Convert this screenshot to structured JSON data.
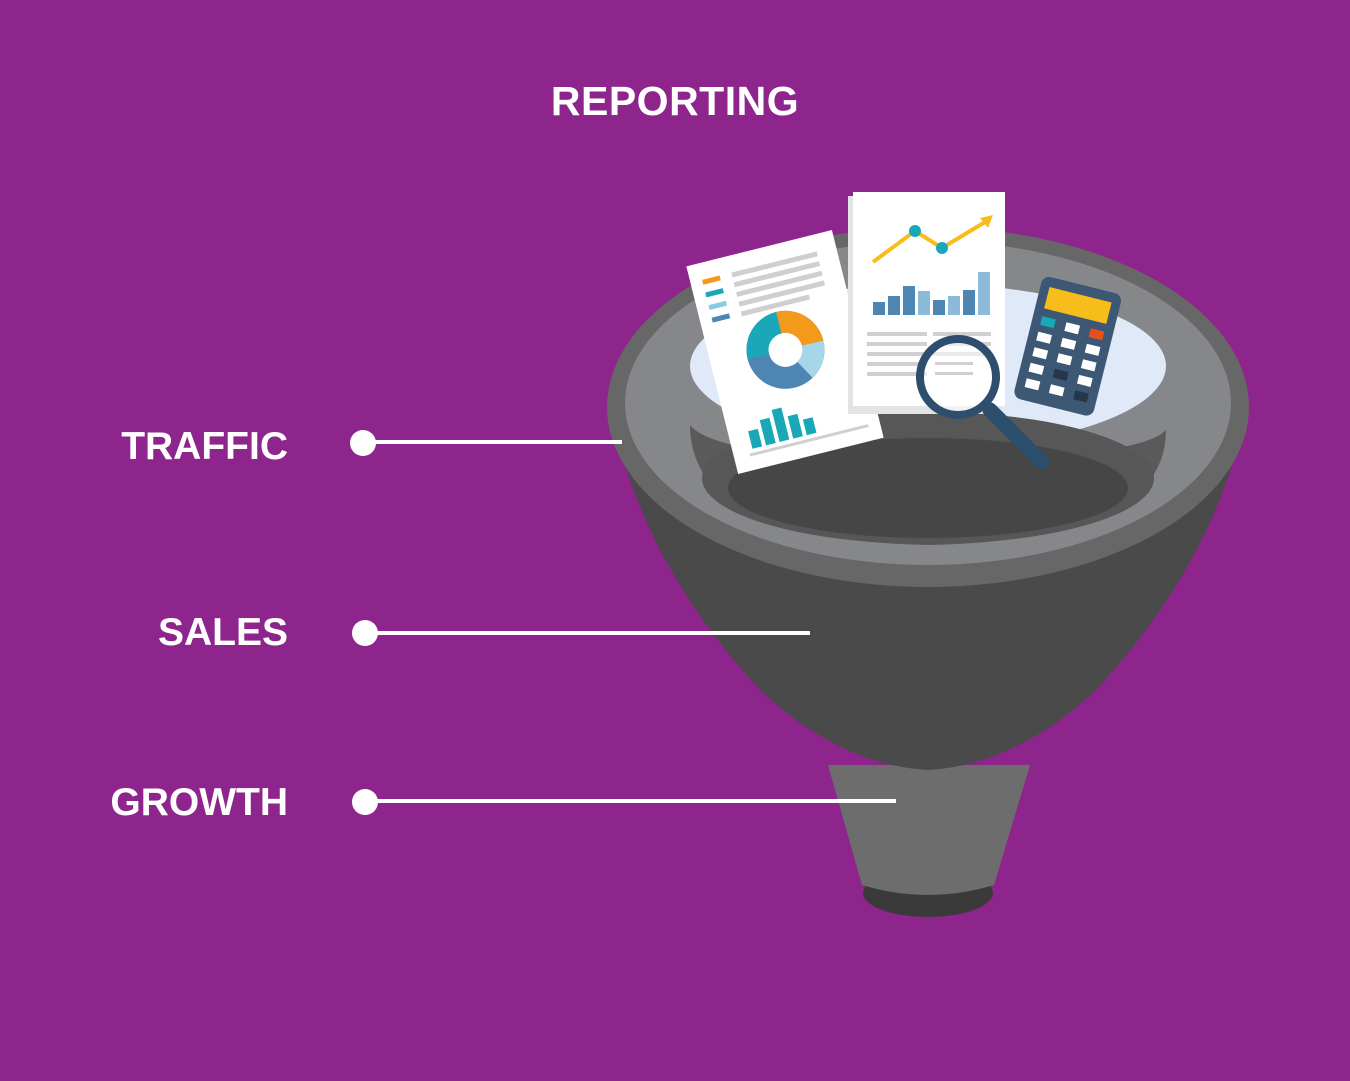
{
  "title": "REPORTING",
  "stages": [
    {
      "label": "TRAFFIC"
    },
    {
      "label": "SALES"
    },
    {
      "label": "GROWTH"
    }
  ],
  "colors": {
    "background": "#8e258c",
    "funnel_dark": "#4a4a4a",
    "funnel_rim": "#808080",
    "connector": "#ffffff"
  },
  "icons": [
    "report-document-icon",
    "line-chart-document-icon",
    "magnifying-glass-icon",
    "calculator-icon",
    "funnel-icon"
  ]
}
